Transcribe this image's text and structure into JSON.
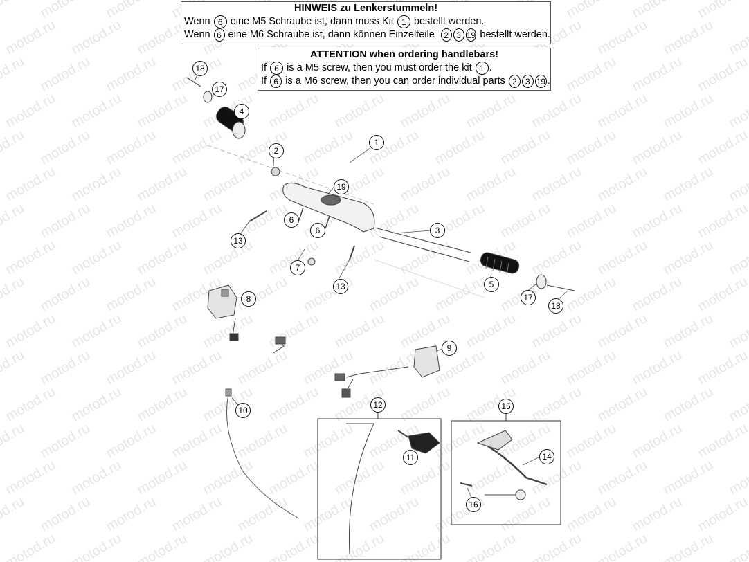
{
  "watermark": "motod.ru",
  "notice_de": {
    "title": "HINWEIS zu Lenkerstummeln!",
    "line1": {
      "a": "Wenn",
      "ref": "6",
      "b": "eine M5 Schraube ist, dann muss Kit",
      "kit": "1",
      "c": "bestellt werden."
    },
    "line2": {
      "a": "Wenn",
      "ref": "6",
      "b": "eine M6 Schraube ist, dann können Einzelteile",
      "p1": "2",
      "p2": "3",
      "p3": "19",
      "c": "bestellt werden."
    }
  },
  "notice_en": {
    "title": "ATTENTION when ordering handlebars!",
    "line1": {
      "a": "If",
      "ref": "6",
      "b": "is a M5 screw, then you must order the kit",
      "kit": "1",
      "c": "."
    },
    "line2": {
      "a": "If",
      "ref": "6",
      "b": "is a M6 screw, then you can order individual parts",
      "p1": "2",
      "p2": "3",
      "p3": "19",
      "c": "."
    }
  },
  "callouts": [
    "18",
    "17",
    "4",
    "2",
    "1",
    "19",
    "6",
    "6",
    "3",
    "13",
    "7",
    "13",
    "5",
    "17",
    "18",
    "8",
    "9",
    "10",
    "12",
    "11",
    "15",
    "14",
    "16"
  ]
}
